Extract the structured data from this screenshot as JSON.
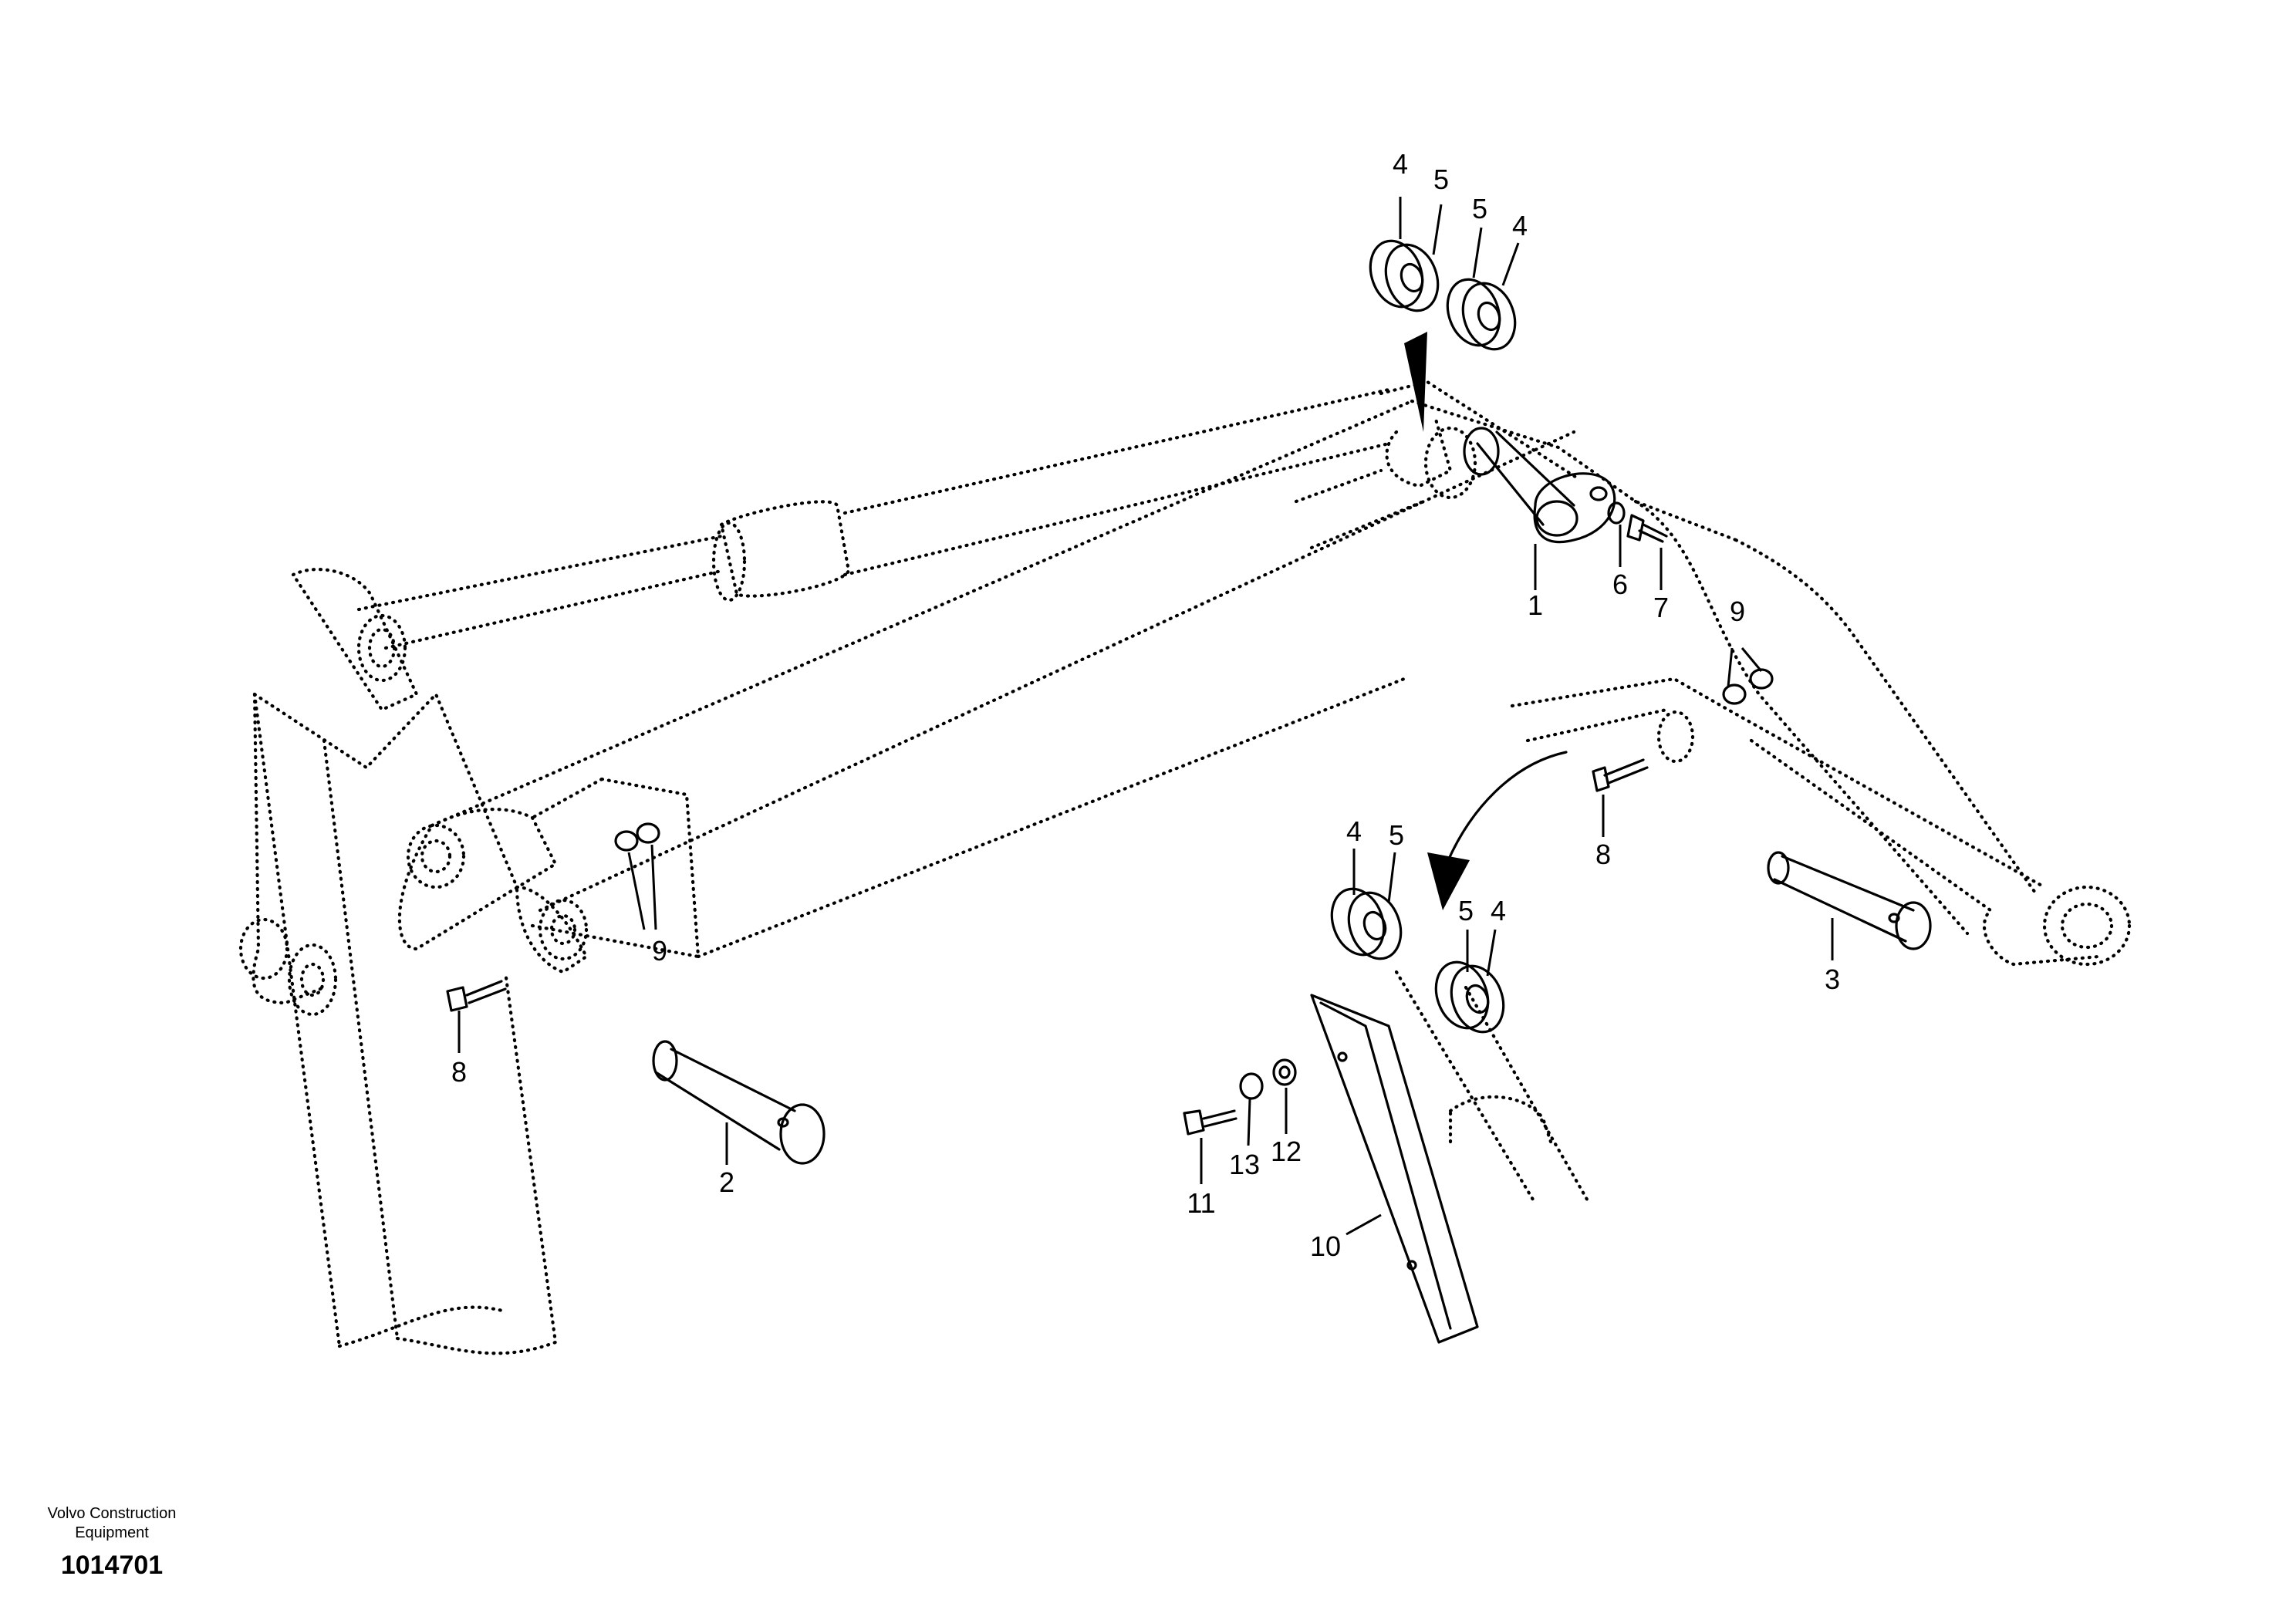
{
  "credit": {
    "line1": "Volvo Construction",
    "line2": "Equipment"
  },
  "drawing_number": "1014701",
  "callouts": [
    {
      "key": "c1",
      "text": "1"
    },
    {
      "key": "c2",
      "text": "2"
    },
    {
      "key": "c3",
      "text": "3"
    },
    {
      "key": "c4a",
      "text": "4"
    },
    {
      "key": "c5a",
      "text": "5"
    },
    {
      "key": "c5b",
      "text": "5"
    },
    {
      "key": "c4b",
      "text": "4"
    },
    {
      "key": "c6",
      "text": "6"
    },
    {
      "key": "c7",
      "text": "7"
    },
    {
      "key": "c8a",
      "text": "8"
    },
    {
      "key": "c8b",
      "text": "8"
    },
    {
      "key": "c9a",
      "text": "9"
    },
    {
      "key": "c9b",
      "text": "9"
    },
    {
      "key": "c4c",
      "text": "4"
    },
    {
      "key": "c5c",
      "text": "5"
    },
    {
      "key": "c5d",
      "text": "5"
    },
    {
      "key": "c4d",
      "text": "4"
    },
    {
      "key": "c10",
      "text": "10"
    },
    {
      "key": "c11",
      "text": "11"
    },
    {
      "key": "c12",
      "text": "12"
    },
    {
      "key": "c13",
      "text": "13"
    }
  ]
}
